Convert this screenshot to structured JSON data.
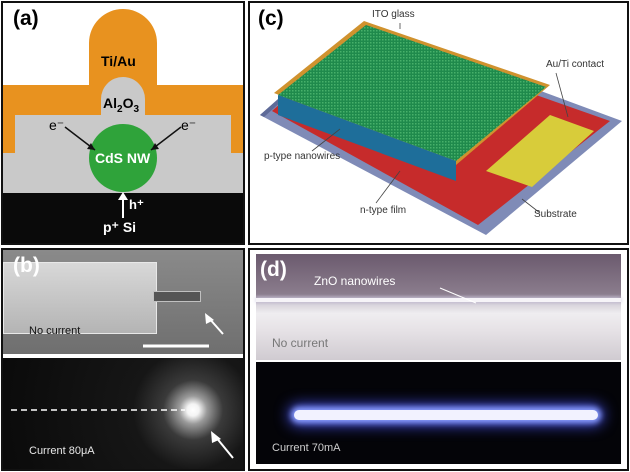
{
  "panel_a": {
    "label": "(a)",
    "metal": "Ti/Au",
    "oxide_base": "Al",
    "oxide_sub": "2",
    "oxide_o": "O",
    "oxide_sub2": "3",
    "electron_left": "e⁻",
    "electron_right": "e⁻",
    "nanowire": "CdS NW",
    "hole": "h⁺",
    "substrate": "p⁺ Si",
    "colors": {
      "metal": "#e8921f",
      "oxide": "#c8c8c8",
      "nanowire": "#2fa33a",
      "substrate": "#0a0a0a"
    }
  },
  "panel_b": {
    "label": "(b)",
    "caption_top": "No current",
    "caption_bottom": "Current 80μA"
  },
  "panel_c": {
    "label": "(c)",
    "ito": "ITO glass",
    "contact": "Au/Ti contact",
    "ptype": "p-type nanowires",
    "ntype": "n-type film",
    "substrate": "Substrate"
  },
  "panel_d": {
    "label": "(d)",
    "nanowires": "ZnO nanowires",
    "caption_top": "No current",
    "caption_bottom": "Current 70mA"
  }
}
